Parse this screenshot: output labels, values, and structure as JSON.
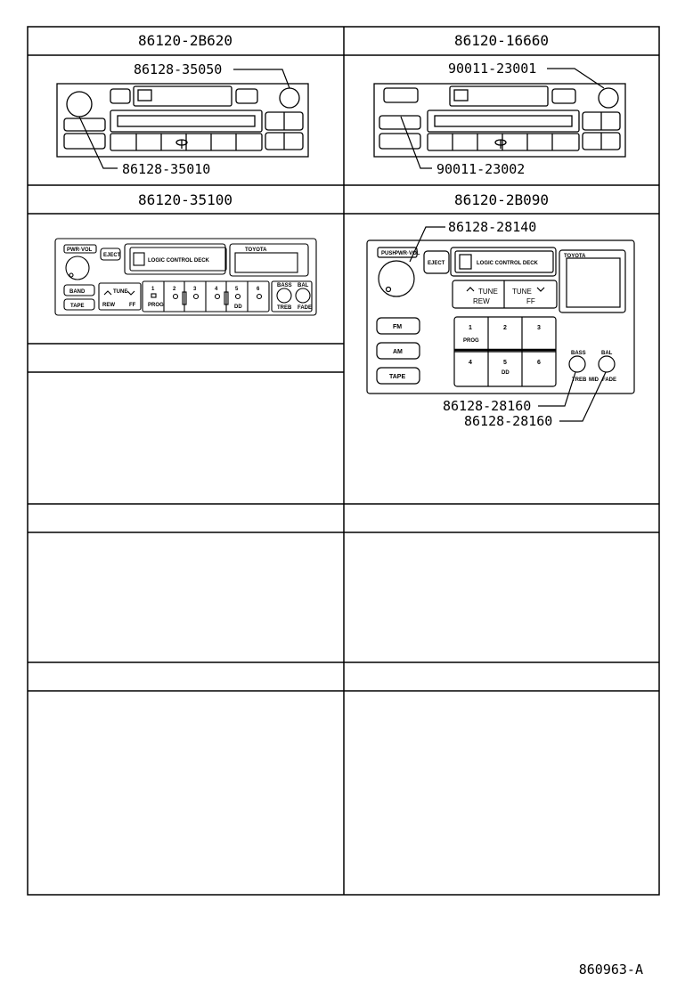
{
  "cells": {
    "r1c1": {
      "header": "86120-2B620",
      "callouts": [
        "86128-35050",
        "86128-35010"
      ]
    },
    "r1c2": {
      "header": "86120-16660",
      "callouts": [
        "90011-23001",
        "90011-23002"
      ]
    },
    "r2c1": {
      "header": "86120-35100",
      "labels": {
        "power": "PWR·VOL",
        "eject": "EJECT",
        "deck": "LOGIC CONTROL DECK",
        "brand": "TOYOTA",
        "tune": "TUNE",
        "rew": "REW",
        "ff": "FF",
        "band": "BAND",
        "tape": "TAPE",
        "bass": "BASS",
        "bal": "BAL",
        "treb": "TREB",
        "fade": "FADE",
        "presets": [
          "1",
          "2",
          "3",
          "4",
          "5",
          "6"
        ],
        "prog": "PROG",
        "dd": "DD"
      }
    },
    "r2c2": {
      "header": "86120-2B090",
      "callouts": [
        "86128-28140",
        "86128-28160",
        "86128-28160"
      ],
      "labels": {
        "push": "PUSH",
        "power": "PWR·VOL",
        "eject": "EJECT",
        "deck": "LOGIC CONTROL DECK",
        "brand": "TOYOTA",
        "tune": "TUNE",
        "rew": "REW",
        "ff": "FF",
        "fm": "FM",
        "am": "AM",
        "tape": "TAPE",
        "presets": [
          "1",
          "2",
          "3",
          "4",
          "5",
          "6"
        ],
        "prog": "PROG",
        "dd": "DD",
        "bass": "BASS",
        "bal": "BAL",
        "treb": "TREB",
        "fade": "FADE",
        "mid": "MID"
      }
    }
  },
  "footer_code": "860963-A"
}
